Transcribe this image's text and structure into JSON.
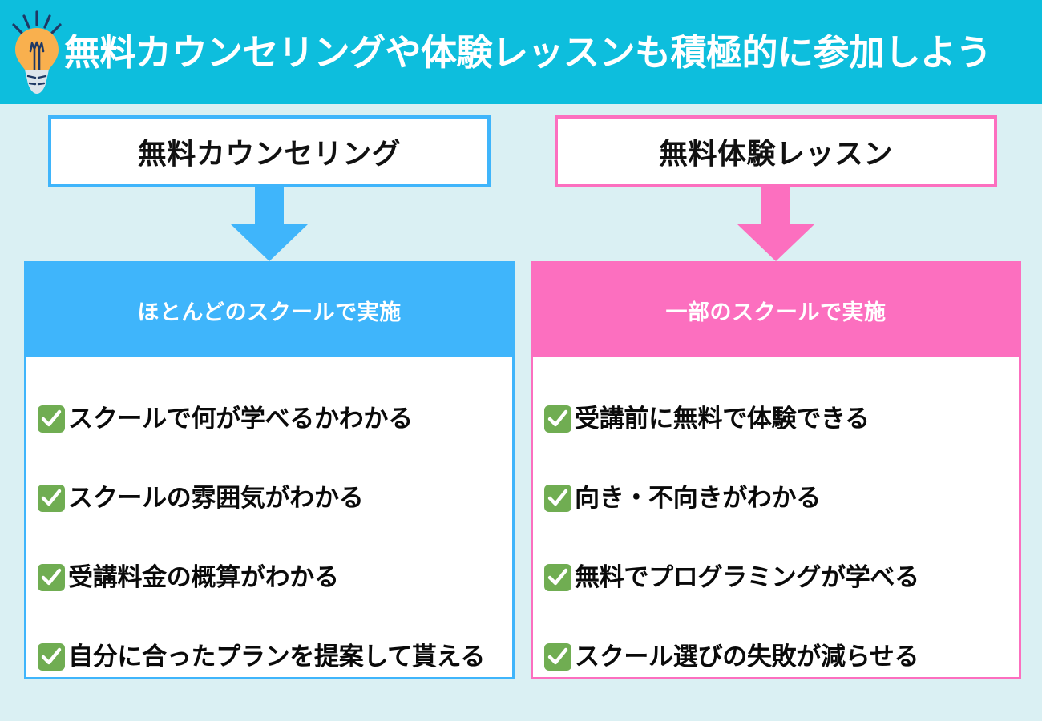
{
  "header": {
    "icon": "lightbulb-icon",
    "title": "無料カウンセリングや体験レッスンも積極的に参加しよう",
    "background_color": "#0dbedd",
    "text_color": "#ffffff"
  },
  "page": {
    "background_color": "#daf0f3"
  },
  "columns": [
    {
      "id": "free-counseling",
      "accent_color": "#3fb5fb",
      "top_label": "無料カウンセリング",
      "arrow_icon": "arrow-down-icon",
      "panel_header": "ほとんどのスクールで実施",
      "check_icon": "check-square-icon",
      "check_color": "#70ad52",
      "items": [
        "スクールで何が学べるかわかる",
        "スクールの雰囲気がわかる",
        "受講料金の概算がわかる",
        "自分に合ったプランを提案して貰える"
      ]
    },
    {
      "id": "free-trial-lesson",
      "accent_color": "#fc6fbf",
      "top_label": "無料体験レッスン",
      "arrow_icon": "arrow-down-icon",
      "panel_header": "一部のスクールで実施",
      "check_icon": "check-square-icon",
      "check_color": "#70ad52",
      "items": [
        "受講前に無料で体験できる",
        "向き・不向きがわかる",
        "無料でプログラミングが学べる",
        "スクール選びの失敗が減らせる"
      ]
    }
  ]
}
